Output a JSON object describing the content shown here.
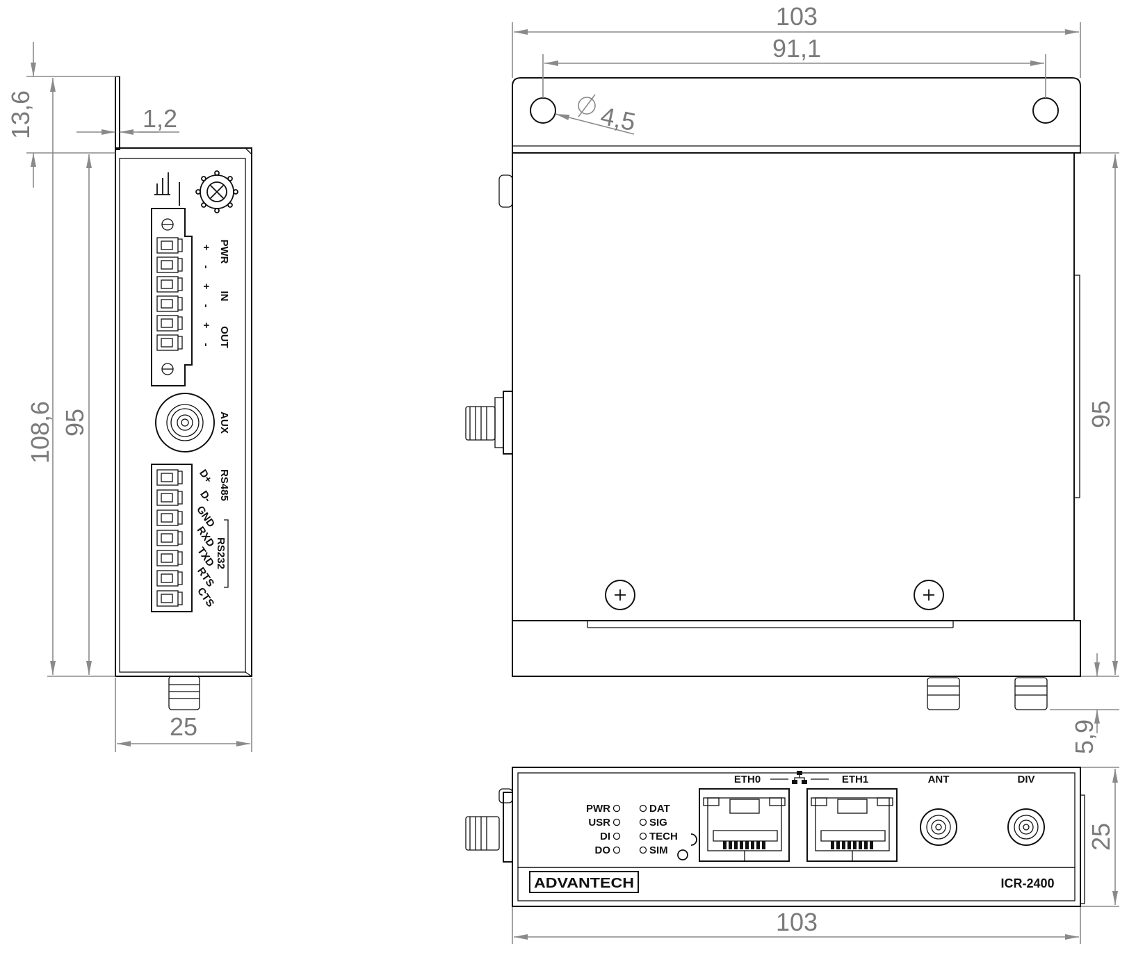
{
  "dimensions": {
    "left_top_height": "13,6",
    "left_thickness": "1,2",
    "left_total_height": "108,6",
    "left_body_height": "95",
    "left_width": "25",
    "top_width": "103",
    "hole_spacing": "91,1",
    "hole_diameter": "4,5",
    "right_body_height": "95",
    "connector_offset": "5,9",
    "front_height": "25",
    "front_width": "103"
  },
  "side_panel": {
    "terminal_1_labels": [
      "PWR",
      "IN",
      "OUT"
    ],
    "terminal_1_polarity": [
      "+",
      "-",
      "+",
      "-",
      "+",
      "-"
    ],
    "aux_label": "AUX",
    "terminal_2_pins": [
      "D+",
      "D-",
      "GND",
      "RXD",
      "TXD",
      "RTS",
      "CTS"
    ],
    "rs485_label": "RS485",
    "rs232_label": "RS232"
  },
  "front_panel": {
    "leds_left": [
      "PWR",
      "USR",
      "DI",
      "DO"
    ],
    "leds_right": [
      "DAT",
      "SIG",
      "TECH",
      "SIM"
    ],
    "port_eth0": "ETH0",
    "port_eth1": "ETH1",
    "port_ant": "ANT",
    "port_div": "DIV",
    "brand": "ADVANTECH",
    "model": "ICR-2400"
  }
}
